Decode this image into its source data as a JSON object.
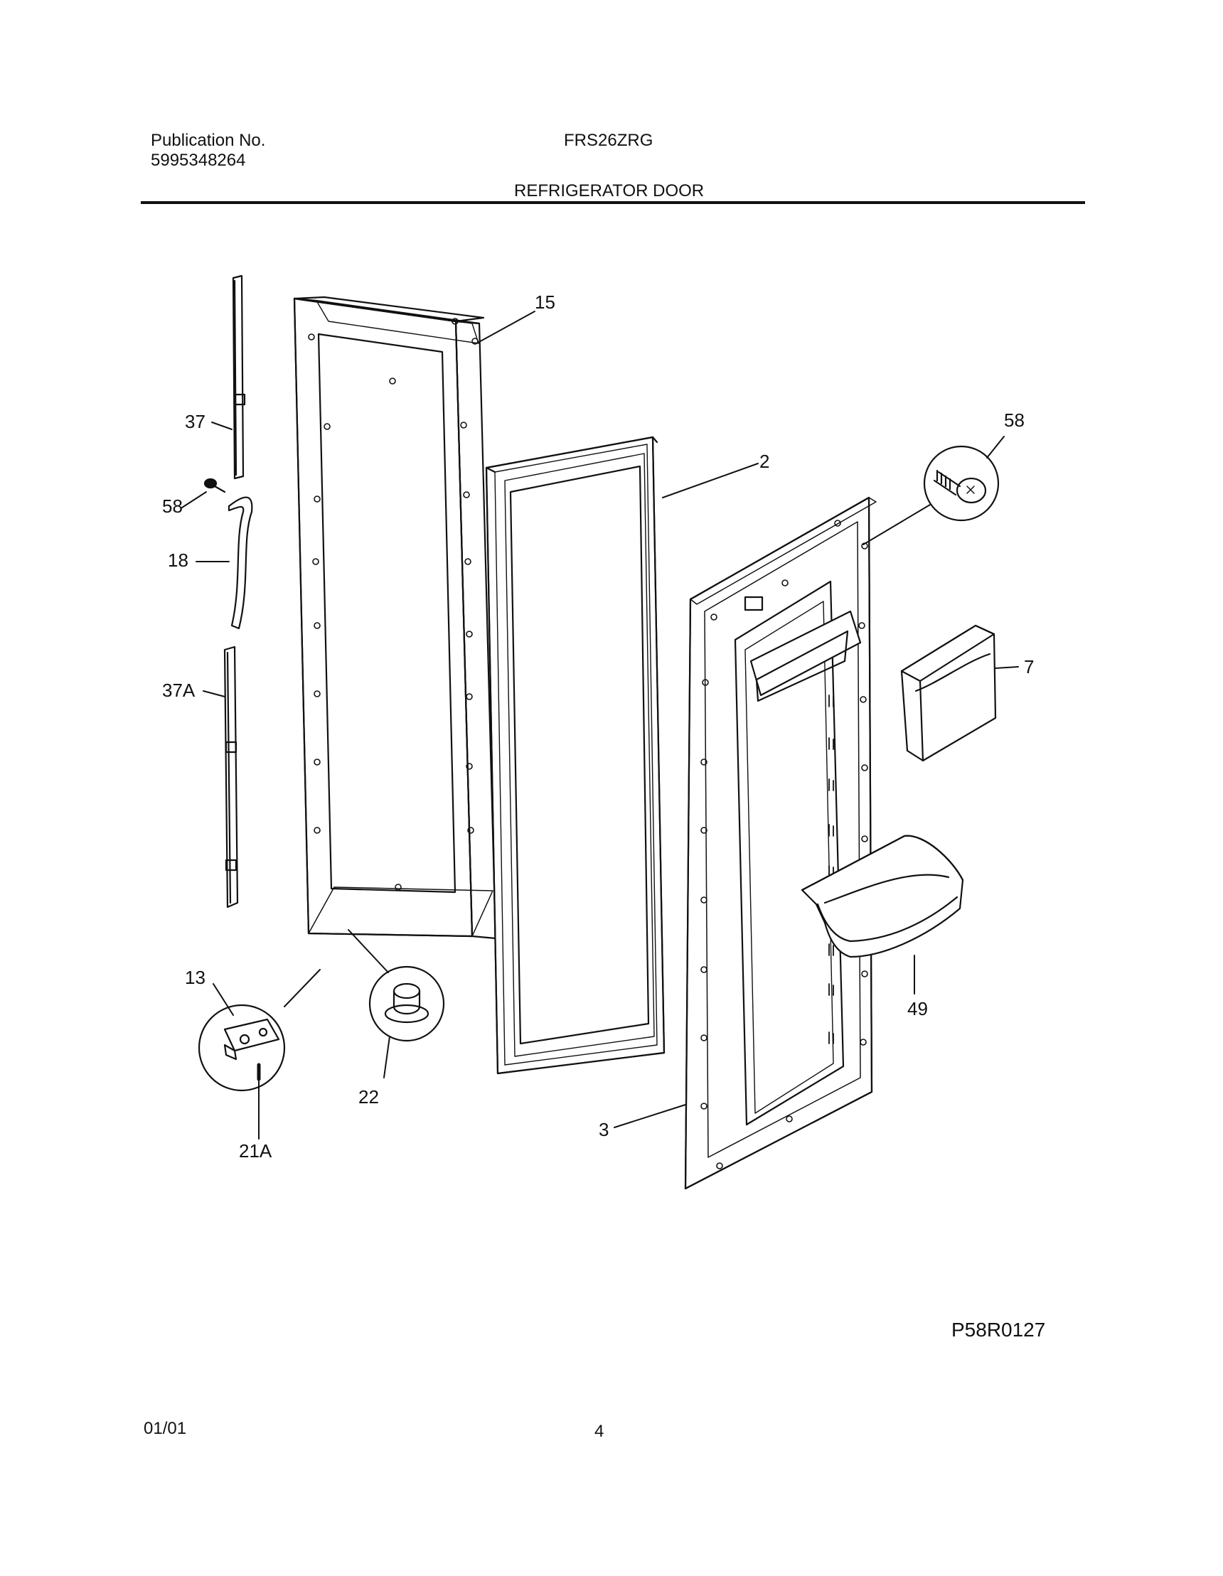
{
  "header": {
    "publication_label": "Publication No.",
    "publication_number": "5995348264",
    "model": "FRS26ZRG",
    "section_title": "REFRIGERATOR DOOR"
  },
  "callouts": {
    "c15": "15",
    "c37": "37",
    "c58a": "58",
    "c18": "18",
    "c37a": "37A",
    "c2": "2",
    "c58b": "58",
    "c7": "7",
    "c13": "13",
    "c21a": "21A",
    "c22": "22",
    "c3": "3",
    "c49": "49"
  },
  "figure_id": "P58R0127",
  "footer": {
    "date": "01/01",
    "page_number": "4"
  }
}
